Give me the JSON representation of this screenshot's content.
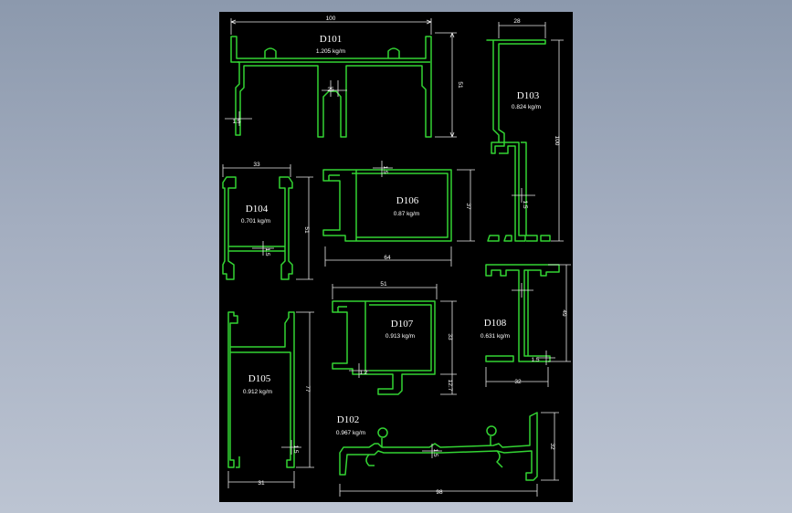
{
  "colors": {
    "background": "#9aa5b8",
    "sheet": "#000000",
    "profile": "#33d433",
    "dimension": "#e8e8e8",
    "text": "#ffffff"
  },
  "profiles": [
    {
      "id": "d101",
      "name": "D101",
      "weight": "1.205 kg/m",
      "dims": [
        "100",
        "51",
        "25",
        "1.5"
      ]
    },
    {
      "id": "d103",
      "name": "D103",
      "weight": "0.824 kg/m",
      "dims": [
        "28",
        "100",
        "1.5"
      ]
    },
    {
      "id": "d104",
      "name": "D104",
      "weight": "0.701 kg/m",
      "dims": [
        "33",
        "51",
        "1.5"
      ]
    },
    {
      "id": "d106",
      "name": "D106",
      "weight": "0.87 kg/m",
      "dims": [
        "1.5",
        "37",
        "64"
      ]
    },
    {
      "id": "d107",
      "name": "D107",
      "weight": "0.913 kg/m",
      "dims": [
        "51",
        "33",
        "1.2",
        "12.7"
      ]
    },
    {
      "id": "d108",
      "name": "D108",
      "weight": "0.631 kg/m",
      "dims": [
        "49",
        "1.5",
        "32"
      ]
    },
    {
      "id": "d105",
      "name": "D105",
      "weight": "0.912 kg/m",
      "dims": [
        "77",
        "1.5",
        "31"
      ]
    },
    {
      "id": "d102",
      "name": "D102",
      "weight": "0.967 kg/m",
      "dims": [
        "1.5",
        "32",
        "98"
      ]
    }
  ]
}
